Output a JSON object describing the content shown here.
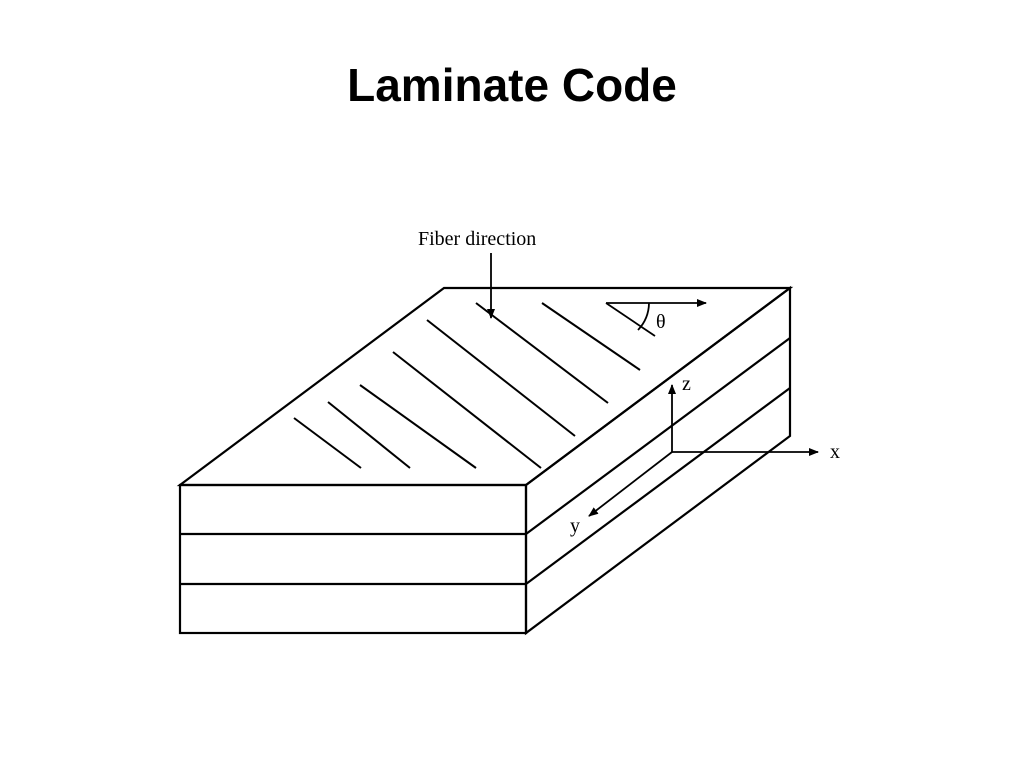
{
  "slide": {
    "title": "Laminate Code"
  },
  "diagram": {
    "labels": {
      "fiber_direction": "Fiber direction",
      "theta": "θ",
      "axis_x": "x",
      "axis_y": "y",
      "axis_z": "z"
    },
    "layer_count": 3,
    "colors": {
      "stroke": "#000000",
      "background": "#ffffff"
    }
  }
}
